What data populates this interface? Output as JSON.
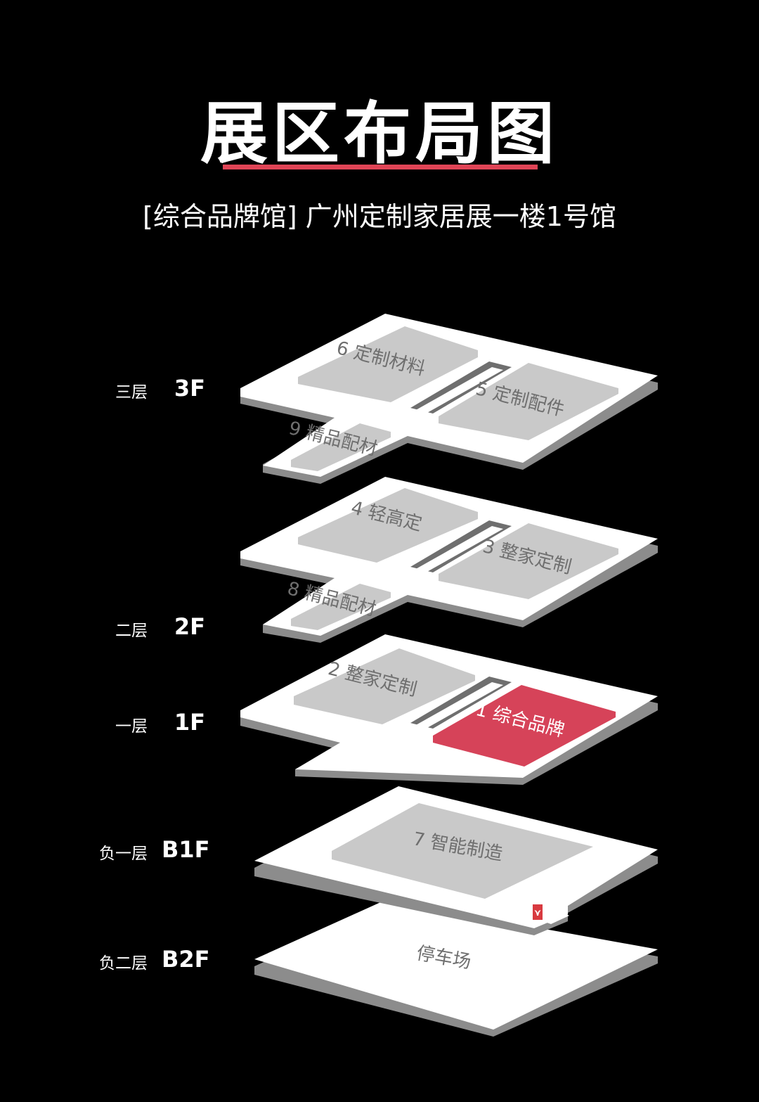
{
  "header": {
    "title": "展区布局图",
    "subtitle": "[综合品牌馆] 广州定制家居展一楼1号馆"
  },
  "floors": [
    {
      "cn": "三层",
      "code": "3F"
    },
    {
      "cn": "二层",
      "code": "2F"
    },
    {
      "cn": "一层",
      "code": "1F"
    },
    {
      "cn": "负一层",
      "code": "B1F"
    },
    {
      "cn": "负二层",
      "code": "B2F"
    }
  ],
  "zones": {
    "z6": "6 定制材料",
    "z5": "5 定制配件",
    "z9": "9 精品配材",
    "z4": "4 轻高定",
    "z3": "3 整家定制",
    "z8": "8 精品配材",
    "z2": "2 整家定制",
    "z1": "1 综合品牌",
    "z7": "7 智能制造",
    "parking": "停车场"
  },
  "colors": {
    "background": "#000000",
    "accent": "#e04456",
    "slab": "#ffffff",
    "slab_edge": "#8c8c8c",
    "zone": "#c9c9c9"
  }
}
